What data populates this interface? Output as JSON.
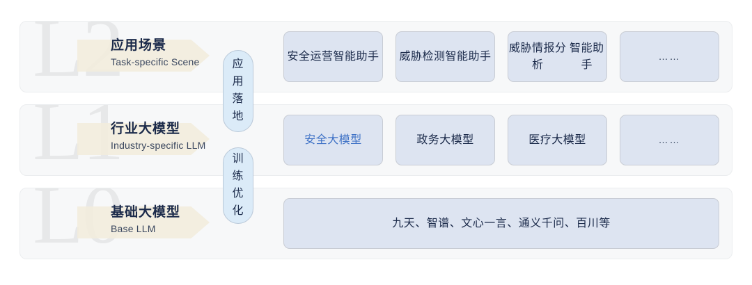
{
  "diagram": {
    "title": "LLM Layered Architecture",
    "colors": {
      "page_background": "#ffffff",
      "row_card_background": "#f7f8f9",
      "row_card_border": "#ebedef",
      "chip_fill": "#dde4f1",
      "chip_border": "#c8ccd4",
      "chip_text": "#1b2a4a",
      "chip_accent_text": "#3f72c6",
      "pill_fill": "#dbebf8",
      "pill_border": "#b9c8d8",
      "arrow_banner": "#f2ecdc",
      "watermark": "#e7e8e9"
    }
  },
  "levels": [
    {
      "watermark": "L2",
      "title_cn": "应用场景",
      "title_en": "Task-specific Scene",
      "items": [
        {
          "label": "安全运营\n智能助手",
          "accent": false,
          "ellipsis": false
        },
        {
          "label": "威胁检测\n智能助手",
          "accent": false,
          "ellipsis": false
        },
        {
          "label": "威胁情报分析\n智能助手",
          "accent": false,
          "ellipsis": false
        },
        {
          "label": "……",
          "accent": false,
          "ellipsis": true
        }
      ]
    },
    {
      "watermark": "L1",
      "title_cn": "行业大模型",
      "title_en": "Industry-specific LLM",
      "items": [
        {
          "label": "安全大模型",
          "accent": true,
          "ellipsis": false
        },
        {
          "label": "政务大模型",
          "accent": false,
          "ellipsis": false
        },
        {
          "label": "医疗大模型",
          "accent": false,
          "ellipsis": false
        },
        {
          "label": "……",
          "accent": false,
          "ellipsis": true
        }
      ]
    },
    {
      "watermark": "L0",
      "title_cn": "基础大模型",
      "title_en": "Base LLM",
      "items": [
        {
          "label": "九天、智谱、文心一言、通义千问、百川等",
          "accent": false,
          "ellipsis": false,
          "wide": true
        }
      ]
    }
  ],
  "connectors": [
    {
      "name": "apply-landing",
      "chars": [
        "应",
        "用",
        "落",
        "地"
      ]
    },
    {
      "name": "train-optimize",
      "chars": [
        "训",
        "练",
        "优",
        "化"
      ]
    }
  ]
}
